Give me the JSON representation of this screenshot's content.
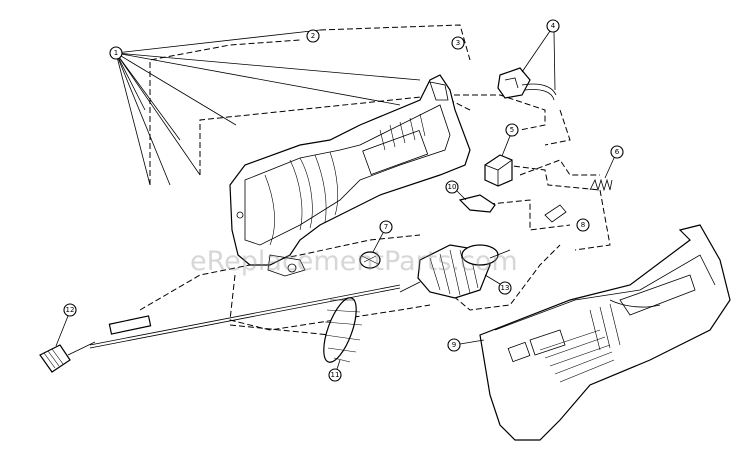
{
  "watermark": "eReplacementParts.com",
  "callouts": {
    "c1": "1",
    "c2": "2",
    "c3": "3",
    "c4": "4",
    "c5": "5",
    "c6": "6",
    "c7": "7",
    "c8": "8",
    "c9": "9",
    "c10": "10",
    "c11": "11",
    "c12": "12",
    "c13": "13"
  },
  "colors": {
    "line": "#000000",
    "background": "#ffffff",
    "watermark": "#8c8c8c"
  }
}
